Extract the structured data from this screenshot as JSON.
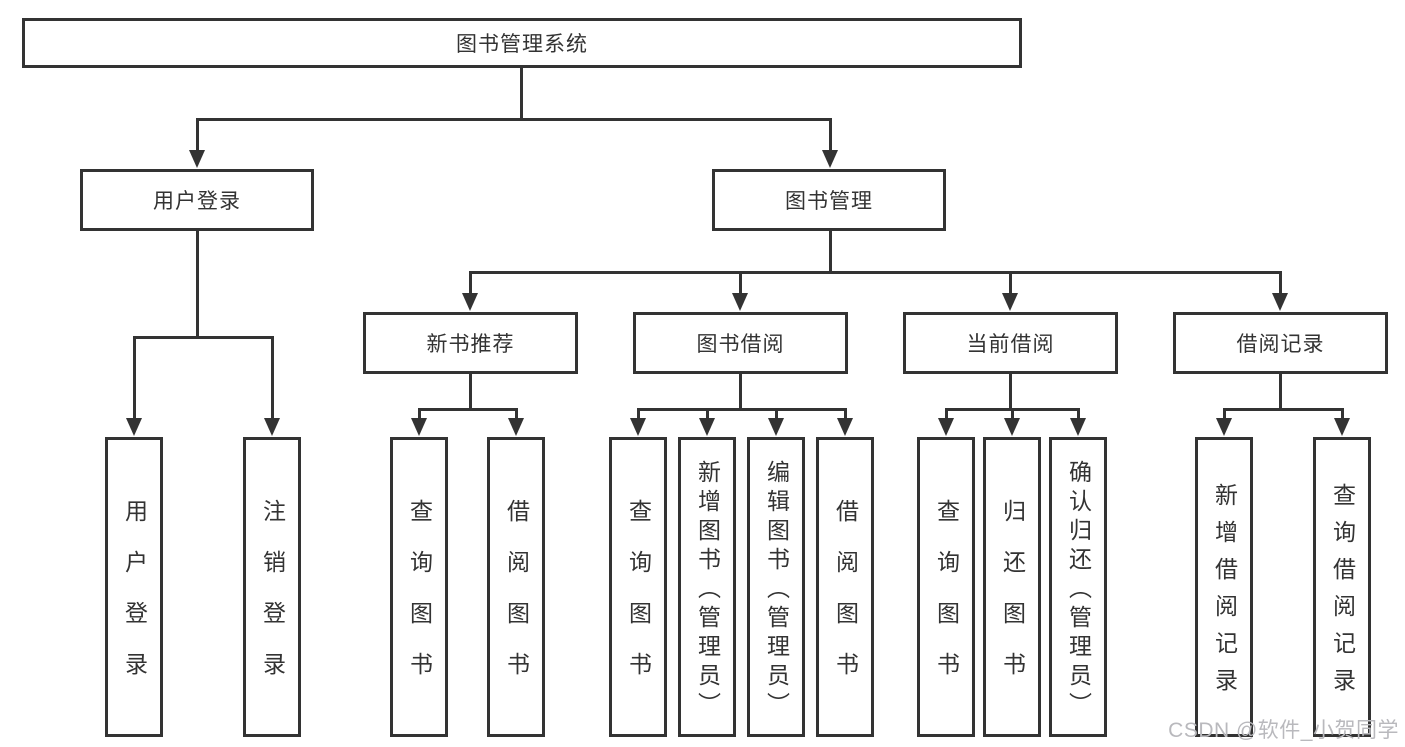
{
  "diagram": {
    "title": "图书管理系统",
    "level2": {
      "user_login": "用户登录",
      "book_management": "图书管理"
    },
    "level3": {
      "new_book_recommend": "新书推荐",
      "book_borrow": "图书借阅",
      "current_borrow": "当前借阅",
      "borrow_records": "借阅记录"
    },
    "leaves": {
      "user_login": [
        "用户登录",
        "注销登录"
      ],
      "new_book_recommend": [
        "查询图书",
        "借阅图书"
      ],
      "book_borrow": [
        "查询图书",
        "新增图书（管理员）",
        "编辑图书（管理员）",
        "借阅图书"
      ],
      "current_borrow": [
        "查询图书",
        "归还图书",
        "确认归还（管理员）"
      ],
      "borrow_records": [
        "新增借阅记录",
        "查询借阅记录"
      ]
    }
  },
  "watermark": "CSDN @软件_小贺同学",
  "colors": {
    "line": "#333333",
    "text": "#333333",
    "watermark": "#b9b9bd",
    "background": "#ffffff"
  }
}
